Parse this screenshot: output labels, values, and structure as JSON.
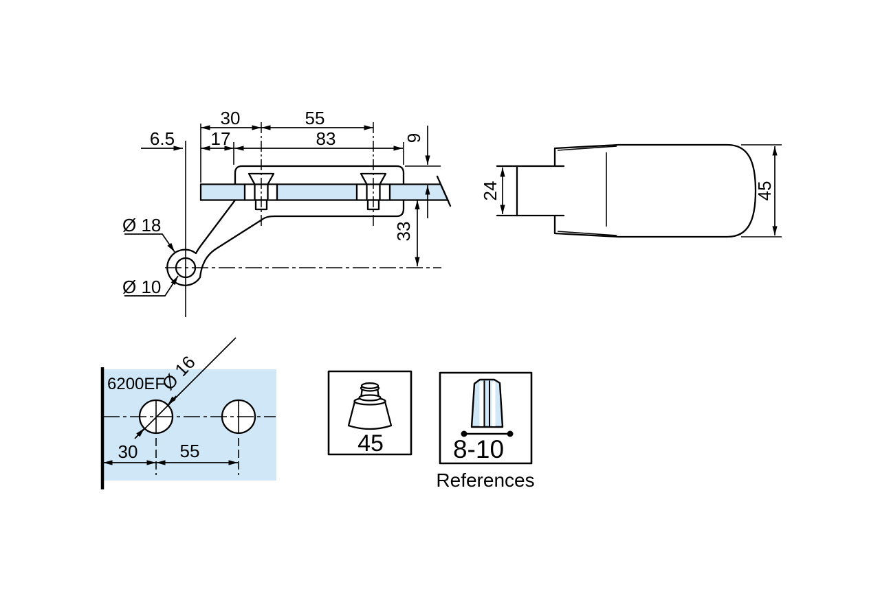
{
  "colors": {
    "line": "#000000",
    "glass_fill": "#cfe7f7"
  },
  "side_view": {
    "dim_30": "30",
    "dim_55": "55",
    "dim_17": "17",
    "dim_83": "83",
    "dim_6_5": "6.5",
    "dim_9": "9",
    "dim_33": "33",
    "boss_diameter": "Ø 18",
    "pivot_hole_diameter": "Ø 10"
  },
  "plan_view": {
    "dim_24": "24",
    "dim_45": "45"
  },
  "drill_template": {
    "model": "6200EF",
    "hole_diameter": "Ø 16",
    "dim_30": "30",
    "dim_55": "55"
  },
  "badges": {
    "load_capacity": "45",
    "glass_thickness_range": "8-10",
    "references_label": "References"
  }
}
